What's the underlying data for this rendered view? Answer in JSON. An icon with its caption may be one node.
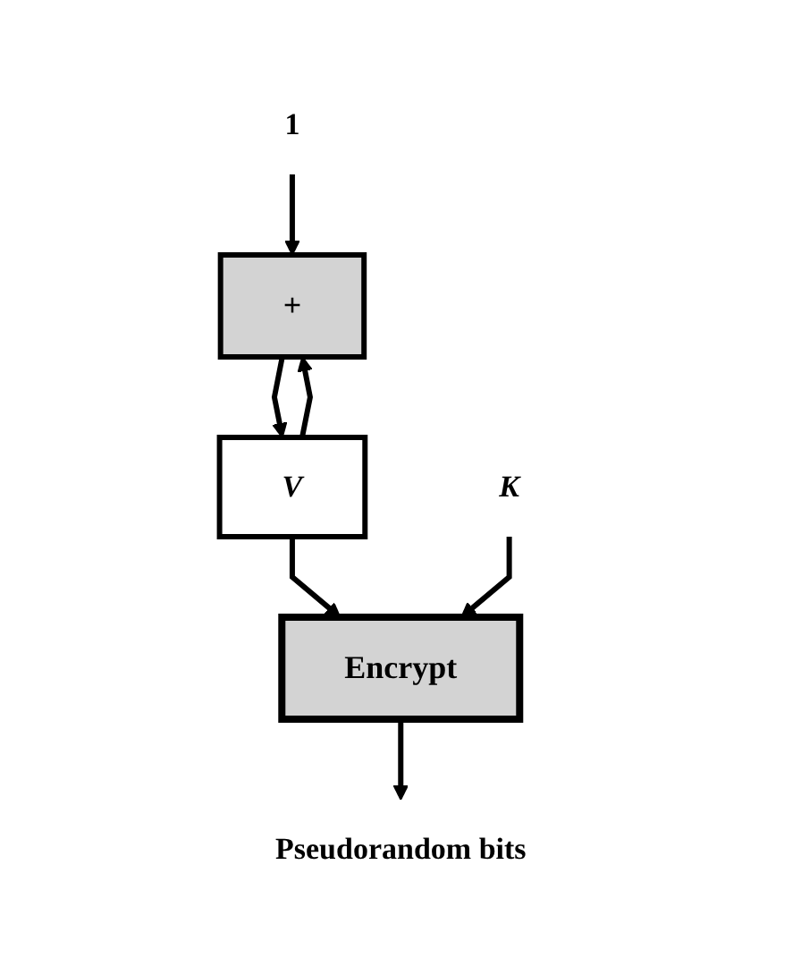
{
  "diagram": {
    "nodes": [
      {
        "text": [
          "1"
        ]
      },
      {
        "text": [
          "+"
        ]
      },
      {
        "text": [
          "V"
        ]
      },
      {
        "text": [
          "K"
        ]
      },
      {
        "text": [
          "Encrypt"
        ]
      },
      {
        "text": [
          "Pseudorandom bits"
        ]
      }
    ],
    "edges": [
      {
        "from": 0,
        "to": 1,
        "arrow": "to"
      },
      {
        "from": 1,
        "to": 2,
        "arrow": "to"
      },
      {
        "from": 2,
        "to": 1,
        "arrow": "to"
      },
      {
        "from": 2,
        "to": 4,
        "arrow": "to"
      },
      {
        "from": 3,
        "to": 4,
        "arrow": "to"
      },
      {
        "from": 4,
        "to": 5,
        "arrow": "to"
      }
    ]
  }
}
